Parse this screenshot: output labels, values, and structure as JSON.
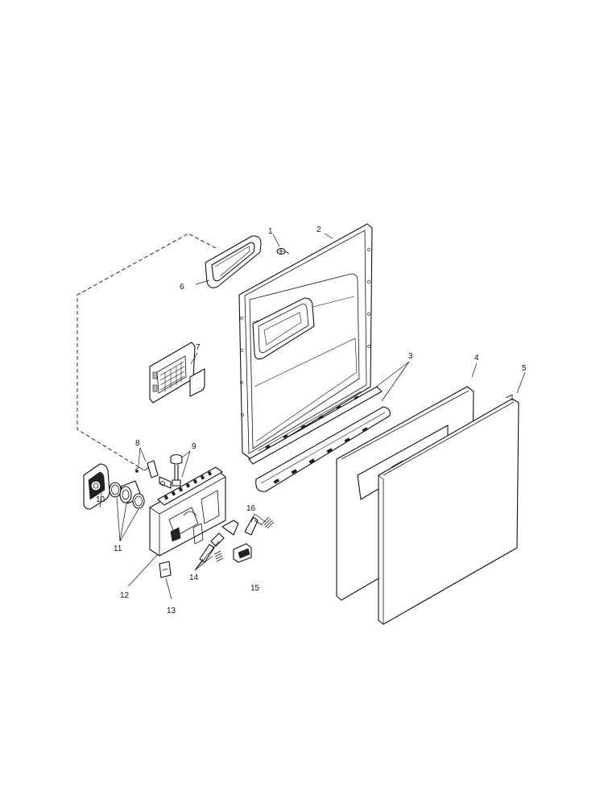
{
  "callouts": {
    "c1": "1",
    "c2": "2",
    "c3": "3",
    "c4": "4",
    "c5": "5",
    "c6": "6",
    "c7": "7",
    "c8": "8",
    "c9": "9",
    "c10": "10",
    "c11": "11",
    "c12": "12",
    "c13": "13",
    "c14": "14",
    "c15": "15",
    "c16": "16"
  },
  "icons": {
    "diagram": "exploded-parts-diagram"
  },
  "colors": {
    "line": "#111111",
    "background": "#ffffff"
  }
}
